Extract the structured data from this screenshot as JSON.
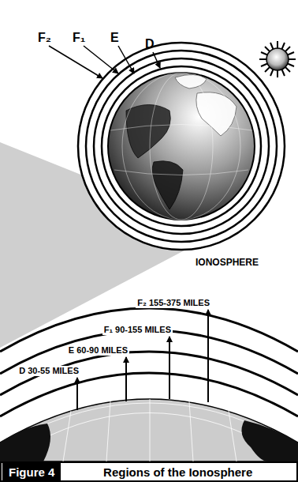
{
  "diagram": {
    "caption": "Regions of the Ionosphere",
    "labels": [
      "F₂",
      "F₁",
      "E",
      "D",
      "IONOSPHERE",
      "F₂ 155-375 MILES",
      "F₁ 90-155 MILES",
      "E 60-90 MILES",
      "D 30-55 MILES",
      "Figure 4"
    ]
  }
}
